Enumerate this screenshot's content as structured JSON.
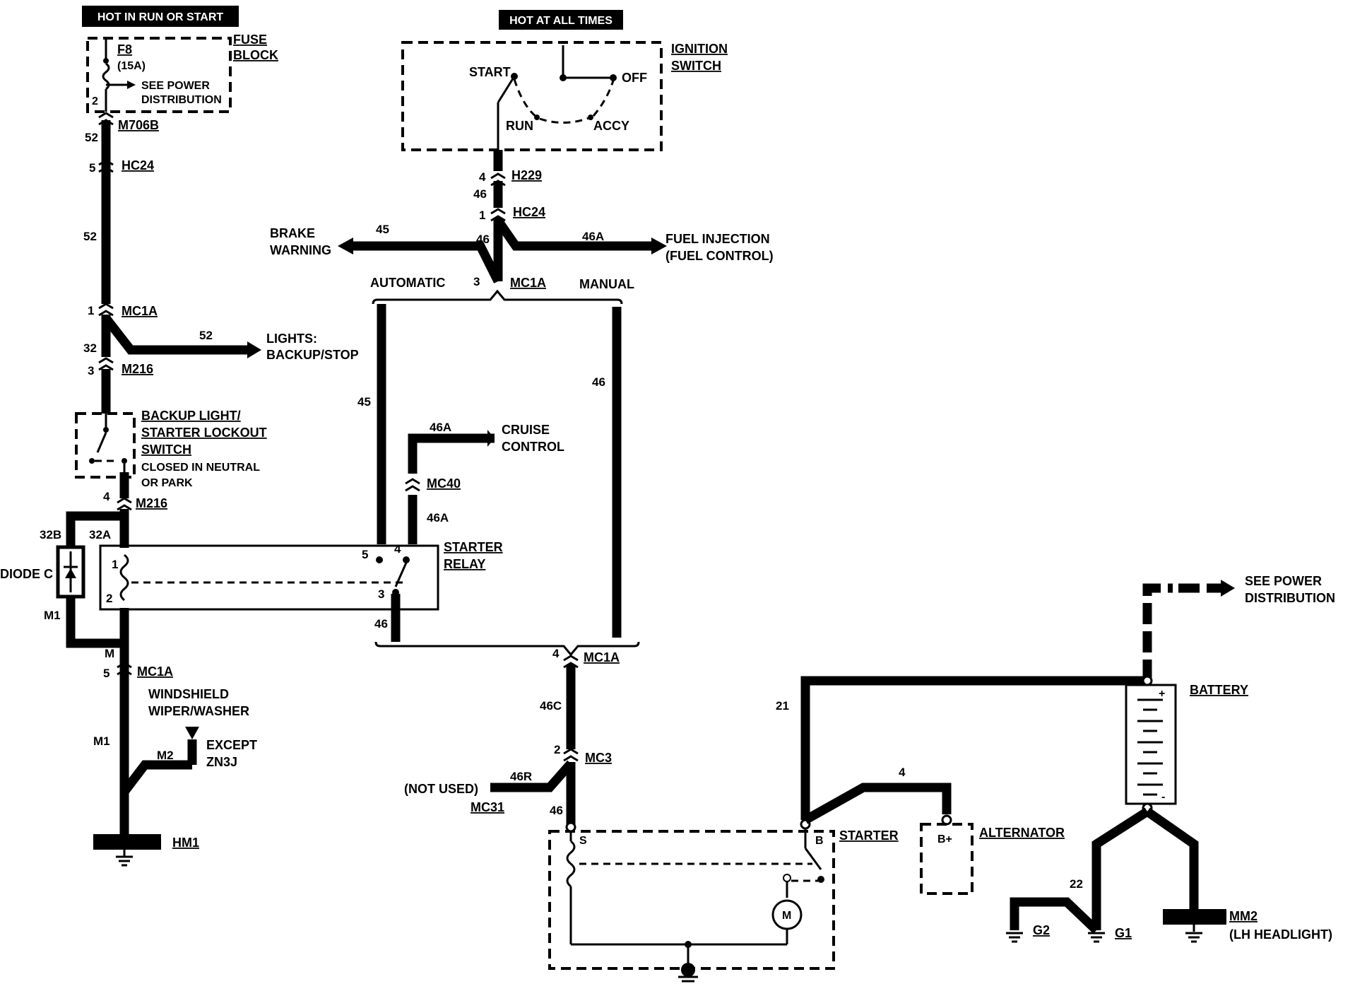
{
  "header": {
    "hot_run_start": "HOT IN RUN OR START",
    "hot_all_times": "HOT AT ALL TIMES"
  },
  "fuse_block": {
    "label_line1": "FUSE",
    "label_line2": "BLOCK",
    "fuse_id": "F8",
    "fuse_rating": "(15A)",
    "see_power_line1": "SEE POWER",
    "see_power_line2": "DISTRIBUTION",
    "pin": "2"
  },
  "ignition_switch": {
    "label_line1": "IGNITION",
    "label_line2": "SWITCH",
    "start": "START",
    "off": "OFF",
    "run": "RUN",
    "accy": "ACCY"
  },
  "connectors": {
    "m706b": "M706B",
    "hc24_left": "HC24",
    "mc1a_left": "MC1A",
    "m216_top": "M216",
    "m216_bottom": "M216",
    "mc1a_bottom_left": "MC1A",
    "h229": "H229",
    "hc24_top": "HC24",
    "mc1a_top": "MC1A",
    "mc40": "MC40",
    "mc1a_middle": "MC1A",
    "mc3": "MC3",
    "mc31": "MC31",
    "hm1": "HM1",
    "g1": "G1",
    "g2": "G2",
    "mm2": "MM2"
  },
  "pins": {
    "p52a": "52",
    "p5a": "5",
    "p52b": "52",
    "p1a": "1",
    "p32": "32",
    "p3a": "3",
    "p4a": "4",
    "p32b": "32B",
    "p32a": "32A",
    "p1relay": "1",
    "p2relay": "2",
    "m1a": "M1",
    "m": "M",
    "p5b": "5",
    "p4h": "4",
    "p46h": "46",
    "p1hc": "1",
    "p46a": "46",
    "p3mc": "3",
    "p5r": "5",
    "p4r": "4",
    "p3r": "3",
    "p46r": "46",
    "p4mc": "4",
    "p2mc3": "2",
    "p46s": "46"
  },
  "wires": {
    "w45": "45",
    "w46a_top": "46A",
    "w52": "52",
    "w45_v": "45",
    "w46_v": "46",
    "w46a_cruise": "46A",
    "w46a_v": "46A",
    "w46c": "46C",
    "w46r": "46R",
    "w21": "21",
    "w4": "4",
    "w22": "22",
    "w_m1": "M1",
    "w_m2": "M2"
  },
  "labels": {
    "brake_line1": "BRAKE",
    "brake_line2": "WARNING",
    "fuel_line1": "FUEL INJECTION",
    "fuel_line2": "(FUEL CONTROL)",
    "automatic": "AUTOMATIC",
    "manual": "MANUAL",
    "lights_line1": "LIGHTS:",
    "lights_line2": "BACKUP/STOP",
    "backup_line1": "BACKUP LIGHT/",
    "backup_line2": "STARTER LOCKOUT",
    "backup_line3": "SWITCH",
    "closed_line1": "CLOSED IN NEUTRAL",
    "closed_line2": "OR PARK",
    "cruise_line1": "CRUISE",
    "cruise_line2": "CONTROL",
    "starter_relay_line1": "STARTER",
    "starter_relay_line2": "RELAY",
    "diode": "DIODE C",
    "wiper_line1": "WINDSHIELD",
    "wiper_line2": "WIPER/WASHER",
    "except_line1": "EXCEPT",
    "except_line2": "ZN3J",
    "not_used": "(NOT USED)",
    "starter": "STARTER",
    "alternator": "ALTERNATOR",
    "battery": "BATTERY",
    "see_power_line1": "SEE POWER",
    "see_power_line2": "DISTRIBUTION",
    "lh_headlight": "(LH HEADLIGHT)",
    "s_term": "S",
    "b_term": "B",
    "bplus": "B+",
    "motor": "M",
    "plus": "+",
    "minus": "-"
  }
}
